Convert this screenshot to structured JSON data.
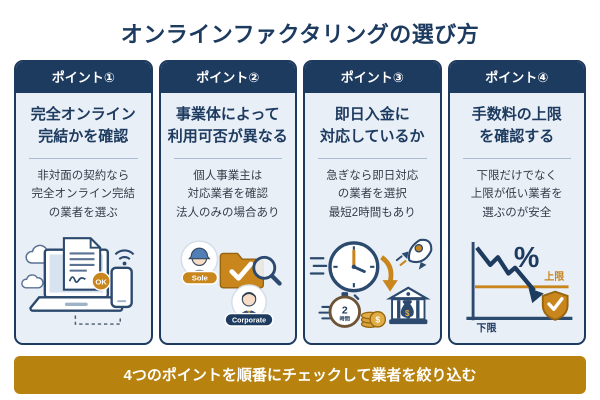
{
  "page": {
    "title": "オンラインファクタリングの選び方",
    "banner": "4つのポイントを順番にチェックして業者を絞り込む"
  },
  "colors": {
    "navy": "#1d3a5f",
    "card_background": "#e9eff7",
    "gold": "#b8820f",
    "icon_gold": "#c8861d",
    "divider": "#a9bcd1",
    "white": "#ffffff"
  },
  "cards": [
    {
      "badge": "ポイント①",
      "title_lines": [
        "完全オンライン",
        "完結かを確認"
      ],
      "desc_lines": [
        "非対面の契約なら",
        "完全オンライン完結",
        "の業者を選ぶ"
      ],
      "illustration": {
        "name": "online-contract",
        "ok_label": "OK"
      }
    },
    {
      "badge": "ポイント②",
      "title_lines": [
        "事業体によって",
        "利用可否が異なる"
      ],
      "desc_lines": [
        "個人事業主は",
        "対応業者を確認",
        "法人のみの場合あり"
      ],
      "illustration": {
        "name": "business-entity-check",
        "sole_label": "Sole",
        "corporate_label": "Corporate"
      }
    },
    {
      "badge": "ポイント③",
      "title_lines": [
        "即日入金に",
        "対応しているか"
      ],
      "desc_lines": [
        "急ぎなら即日対応",
        "の業者を選択",
        "最短2時間もあり"
      ],
      "illustration": {
        "name": "same-day-payment",
        "stopwatch_number": "2",
        "stopwatch_unit": "時間",
        "dollar": "$"
      }
    },
    {
      "badge": "ポイント④",
      "title_lines": [
        "手数料の上限",
        "を確認する"
      ],
      "desc_lines": [
        "下限だけでなく",
        "上限が低い業者を",
        "選ぶのが安全"
      ],
      "illustration": {
        "name": "fee-upper-limit",
        "percent": "%",
        "upper_label": "上限",
        "lower_label": "下限"
      }
    }
  ]
}
